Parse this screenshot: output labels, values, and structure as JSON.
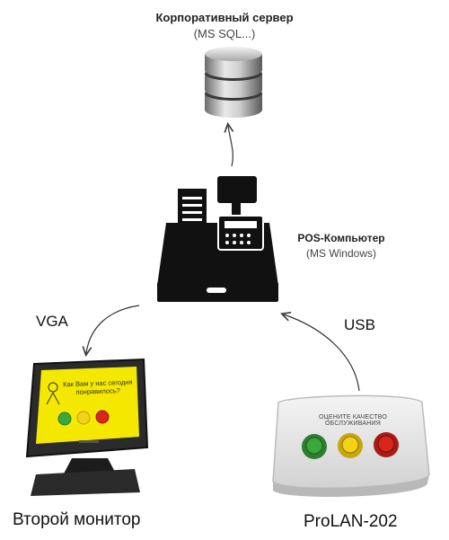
{
  "server": {
    "title": "Корпоративный сервер",
    "subtitle": "(MS SQL...)"
  },
  "pos": {
    "title": "POS-Компьютер",
    "subtitle": "(MS Windows)"
  },
  "connections": {
    "vga": "VGA",
    "usb": "USB"
  },
  "monitor": {
    "label": "Второй монитор",
    "screen_question": "Как Вам у нас сегодня понравилось?"
  },
  "device": {
    "label": "ProLAN-202",
    "panel_text": "ОЦЕНИТЕ КАЧЕСТВО ОБСЛУЖИВАНИЯ"
  },
  "colors": {
    "screen_yellow": "#f5e800",
    "btn_green": "#3aa83a",
    "btn_yellow": "#f3d21a",
    "btn_red": "#d8261f"
  }
}
